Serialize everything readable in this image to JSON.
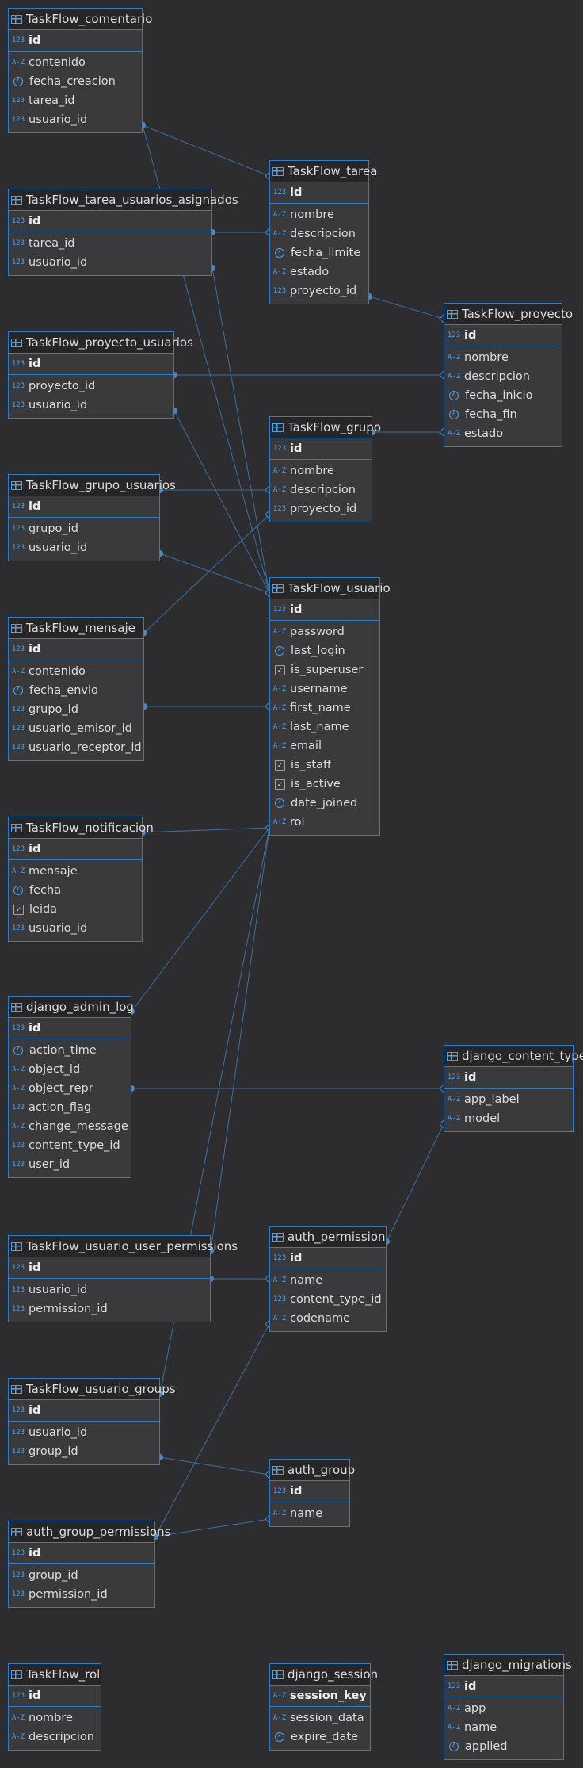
{
  "tables": [
    {
      "id": "comentario",
      "name": "TaskFlow_comentario",
      "pk": {
        "name": "id",
        "type": "int"
      },
      "columns": [
        {
          "name": "contenido",
          "type": "text"
        },
        {
          "name": "fecha_creacion",
          "type": "datetime"
        },
        {
          "name": "tarea_id",
          "type": "int"
        },
        {
          "name": "usuario_id",
          "type": "int"
        }
      ]
    },
    {
      "id": "tarea_usuarios_asignados",
      "name": "TaskFlow_tarea_usuarios_asignados",
      "pk": {
        "name": "id",
        "type": "int"
      },
      "columns": [
        {
          "name": "tarea_id",
          "type": "int"
        },
        {
          "name": "usuario_id",
          "type": "int"
        }
      ]
    },
    {
      "id": "proyecto_usuarios",
      "name": "TaskFlow_proyecto_usuarios",
      "pk": {
        "name": "id",
        "type": "int"
      },
      "columns": [
        {
          "name": "proyecto_id",
          "type": "int"
        },
        {
          "name": "usuario_id",
          "type": "int"
        }
      ]
    },
    {
      "id": "grupo_usuarios",
      "name": "TaskFlow_grupo_usuarios",
      "pk": {
        "name": "id",
        "type": "int"
      },
      "columns": [
        {
          "name": "grupo_id",
          "type": "int"
        },
        {
          "name": "usuario_id",
          "type": "int"
        }
      ]
    },
    {
      "id": "mensaje",
      "name": "TaskFlow_mensaje",
      "pk": {
        "name": "id",
        "type": "int"
      },
      "columns": [
        {
          "name": "contenido",
          "type": "text"
        },
        {
          "name": "fecha_envio",
          "type": "datetime"
        },
        {
          "name": "grupo_id",
          "type": "int"
        },
        {
          "name": "usuario_emisor_id",
          "type": "int"
        },
        {
          "name": "usuario_receptor_id",
          "type": "int"
        }
      ]
    },
    {
      "id": "notificacion",
      "name": "TaskFlow_notificacion",
      "pk": {
        "name": "id",
        "type": "int"
      },
      "columns": [
        {
          "name": "mensaje",
          "type": "text"
        },
        {
          "name": "fecha",
          "type": "datetime"
        },
        {
          "name": "leida",
          "type": "bool"
        },
        {
          "name": "usuario_id",
          "type": "int"
        }
      ]
    },
    {
      "id": "django_admin_log",
      "name": "django_admin_log",
      "pk": {
        "name": "id",
        "type": "int"
      },
      "columns": [
        {
          "name": "action_time",
          "type": "datetime"
        },
        {
          "name": "object_id",
          "type": "text"
        },
        {
          "name": "object_repr",
          "type": "text"
        },
        {
          "name": "action_flag",
          "type": "int"
        },
        {
          "name": "change_message",
          "type": "text"
        },
        {
          "name": "content_type_id",
          "type": "int"
        },
        {
          "name": "user_id",
          "type": "int"
        }
      ]
    },
    {
      "id": "usuario_user_permissions",
      "name": "TaskFlow_usuario_user_permissions",
      "pk": {
        "name": "id",
        "type": "int"
      },
      "columns": [
        {
          "name": "usuario_id",
          "type": "int"
        },
        {
          "name": "permission_id",
          "type": "int"
        }
      ]
    },
    {
      "id": "usuario_groups",
      "name": "TaskFlow_usuario_groups",
      "pk": {
        "name": "id",
        "type": "int"
      },
      "columns": [
        {
          "name": "usuario_id",
          "type": "int"
        },
        {
          "name": "group_id",
          "type": "int"
        }
      ]
    },
    {
      "id": "auth_group_permissions",
      "name": "auth_group_permissions",
      "pk": {
        "name": "id",
        "type": "int"
      },
      "columns": [
        {
          "name": "group_id",
          "type": "int"
        },
        {
          "name": "permission_id",
          "type": "int"
        }
      ]
    },
    {
      "id": "rol",
      "name": "TaskFlow_rol",
      "pk": {
        "name": "id",
        "type": "int"
      },
      "columns": [
        {
          "name": "nombre",
          "type": "text"
        },
        {
          "name": "descripcion",
          "type": "text"
        }
      ]
    },
    {
      "id": "tarea",
      "name": "TaskFlow_tarea",
      "pk": {
        "name": "id",
        "type": "int"
      },
      "columns": [
        {
          "name": "nombre",
          "type": "text"
        },
        {
          "name": "descripcion",
          "type": "text"
        },
        {
          "name": "fecha_limite",
          "type": "datetime"
        },
        {
          "name": "estado",
          "type": "text"
        },
        {
          "name": "proyecto_id",
          "type": "int"
        }
      ]
    },
    {
      "id": "grupo",
      "name": "TaskFlow_grupo",
      "pk": {
        "name": "id",
        "type": "int"
      },
      "columns": [
        {
          "name": "nombre",
          "type": "text"
        },
        {
          "name": "descripcion",
          "type": "text"
        },
        {
          "name": "proyecto_id",
          "type": "int"
        }
      ]
    },
    {
      "id": "usuario",
      "name": "TaskFlow_usuario",
      "pk": {
        "name": "id",
        "type": "int"
      },
      "columns": [
        {
          "name": "password",
          "type": "text"
        },
        {
          "name": "last_login",
          "type": "datetime"
        },
        {
          "name": "is_superuser",
          "type": "bool"
        },
        {
          "name": "username",
          "type": "text"
        },
        {
          "name": "first_name",
          "type": "text"
        },
        {
          "name": "last_name",
          "type": "text"
        },
        {
          "name": "email",
          "type": "text"
        },
        {
          "name": "is_staff",
          "type": "bool"
        },
        {
          "name": "is_active",
          "type": "bool"
        },
        {
          "name": "date_joined",
          "type": "datetime"
        },
        {
          "name": "rol",
          "type": "text"
        }
      ]
    },
    {
      "id": "auth_permission",
      "name": "auth_permission",
      "pk": {
        "name": "id",
        "type": "int"
      },
      "columns": [
        {
          "name": "name",
          "type": "text"
        },
        {
          "name": "content_type_id",
          "type": "int"
        },
        {
          "name": "codename",
          "type": "text"
        }
      ]
    },
    {
      "id": "auth_group",
      "name": "auth_group",
      "pk": {
        "name": "id",
        "type": "int"
      },
      "columns": [
        {
          "name": "name",
          "type": "text"
        }
      ]
    },
    {
      "id": "django_session",
      "name": "django_session",
      "pk": {
        "name": "session_key",
        "type": "text"
      },
      "columns": [
        {
          "name": "session_data",
          "type": "text"
        },
        {
          "name": "expire_date",
          "type": "datetime"
        }
      ]
    },
    {
      "id": "proyecto",
      "name": "TaskFlow_proyecto",
      "pk": {
        "name": "id",
        "type": "int"
      },
      "columns": [
        {
          "name": "nombre",
          "type": "text"
        },
        {
          "name": "descripcion",
          "type": "text"
        },
        {
          "name": "fecha_inicio",
          "type": "datetime"
        },
        {
          "name": "fecha_fin",
          "type": "datetime"
        },
        {
          "name": "estado",
          "type": "text"
        }
      ]
    },
    {
      "id": "django_content_type",
      "name": "django_content_type",
      "pk": {
        "name": "id",
        "type": "int"
      },
      "columns": [
        {
          "name": "app_label",
          "type": "text"
        },
        {
          "name": "model",
          "type": "text"
        }
      ]
    },
    {
      "id": "django_migrations",
      "name": "django_migrations",
      "pk": {
        "name": "id",
        "type": "int"
      },
      "columns": [
        {
          "name": "app",
          "type": "text"
        },
        {
          "name": "name",
          "type": "text"
        },
        {
          "name": "applied",
          "type": "datetime"
        }
      ]
    }
  ],
  "relations": [
    {
      "from": "comentario",
      "to": "tarea"
    },
    {
      "from": "comentario",
      "to": "usuario"
    },
    {
      "from": "tarea_usuarios_asignados",
      "to": "tarea"
    },
    {
      "from": "tarea_usuarios_asignados",
      "to": "usuario"
    },
    {
      "from": "tarea",
      "to": "proyecto"
    },
    {
      "from": "proyecto_usuarios",
      "to": "proyecto"
    },
    {
      "from": "proyecto_usuarios",
      "to": "usuario"
    },
    {
      "from": "grupo",
      "to": "proyecto"
    },
    {
      "from": "grupo_usuarios",
      "to": "grupo"
    },
    {
      "from": "grupo_usuarios",
      "to": "usuario"
    },
    {
      "from": "mensaje",
      "to": "grupo"
    },
    {
      "from": "mensaje",
      "to": "usuario"
    },
    {
      "from": "notificacion",
      "to": "usuario"
    },
    {
      "from": "django_admin_log",
      "to": "usuario"
    },
    {
      "from": "django_admin_log",
      "to": "django_content_type"
    },
    {
      "from": "auth_permission",
      "to": "django_content_type"
    },
    {
      "from": "usuario_user_permissions",
      "to": "usuario"
    },
    {
      "from": "usuario_user_permissions",
      "to": "auth_permission"
    },
    {
      "from": "usuario_groups",
      "to": "usuario"
    },
    {
      "from": "usuario_groups",
      "to": "auth_group"
    },
    {
      "from": "auth_group_permissions",
      "to": "auth_group"
    },
    {
      "from": "auth_group_permissions",
      "to": "auth_permission"
    }
  ]
}
